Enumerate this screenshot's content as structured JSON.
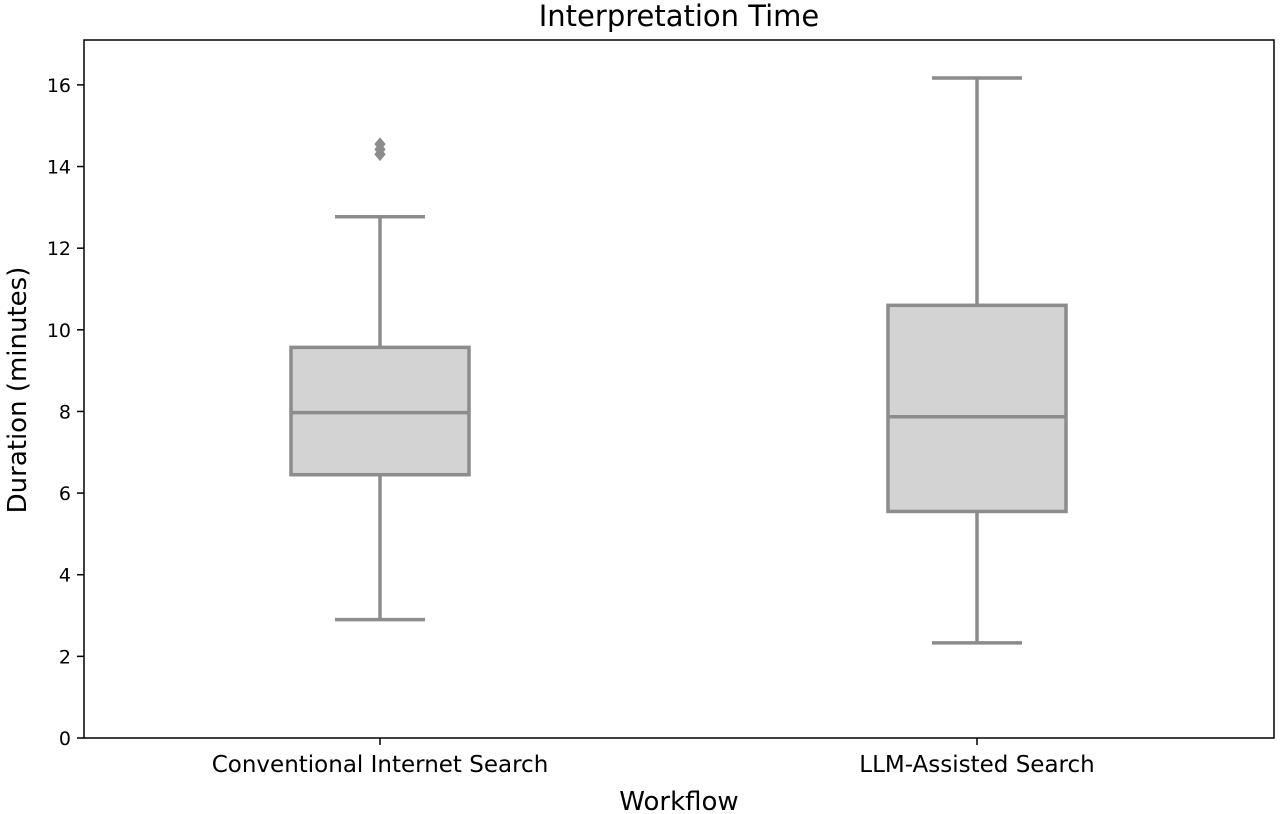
{
  "chart_data": {
    "type": "box",
    "title": "Interpretation Time",
    "xlabel": "Workflow",
    "ylabel": "Duration (minutes)",
    "ylim": [
      0,
      17.1
    ],
    "yticks": [
      0,
      2,
      4,
      6,
      8,
      10,
      12,
      14,
      16
    ],
    "grid": false,
    "categories": [
      "Conventional Internet Search",
      "LLM-Assisted Search"
    ],
    "boxes": [
      {
        "category": "Conventional Internet Search",
        "whisker_low": 2.9,
        "q1": 6.45,
        "median": 7.97,
        "q3": 9.57,
        "whisker_high": 12.77,
        "outliers": [
          14.3,
          14.42,
          14.55
        ]
      },
      {
        "category": "LLM-Assisted Search",
        "whisker_low": 2.33,
        "q1": 5.55,
        "median": 7.87,
        "q3": 10.6,
        "whisker_high": 16.17,
        "outliers": []
      }
    ],
    "colors": {
      "box_fill": "#d3d3d3",
      "line": "#8c8c8c",
      "outlier": "#8c8c8c",
      "axes": "#000000"
    }
  }
}
